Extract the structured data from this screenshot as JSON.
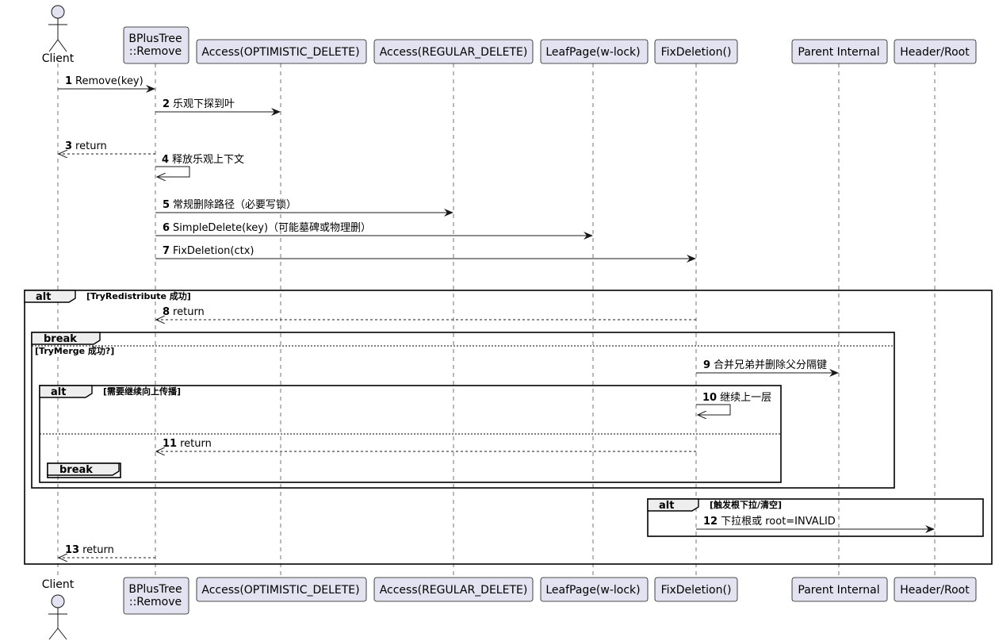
{
  "colors": {
    "participant_fill": "#e2e2f0",
    "participant_border": "#181818",
    "lifeline": "#181818",
    "frame": "#000000"
  },
  "participants": [
    {
      "id": "client",
      "kind": "actor",
      "label": "Client"
    },
    {
      "id": "bplustree",
      "kind": "box",
      "label": "BPlusTree\n::Remove"
    },
    {
      "id": "optimistic",
      "kind": "box",
      "label": "Access(OPTIMISTIC_DELETE)"
    },
    {
      "id": "regular",
      "kind": "box",
      "label": "Access(REGULAR_DELETE)"
    },
    {
      "id": "leaf",
      "kind": "box",
      "label": "LeafPage(w-lock)"
    },
    {
      "id": "fixdel",
      "kind": "box",
      "label": "FixDeletion()"
    },
    {
      "id": "parent",
      "kind": "box",
      "label": "Parent Internal"
    },
    {
      "id": "header",
      "kind": "box",
      "label": "Header/Root"
    }
  ],
  "messages": [
    {
      "num": "1",
      "text": "Remove(key)",
      "from": "client",
      "to": "bplustree",
      "style": "solid"
    },
    {
      "num": "2",
      "text": "乐观下探到叶",
      "from": "bplustree",
      "to": "optimistic",
      "style": "solid"
    },
    {
      "num": "3",
      "text": "return",
      "from": "bplustree",
      "to": "client",
      "style": "dashed"
    },
    {
      "num": "4",
      "text": "释放乐观上下文",
      "from": "bplustree",
      "to": "bplustree",
      "style": "self"
    },
    {
      "num": "5",
      "text": "常规删除路径（必要写锁）",
      "from": "bplustree",
      "to": "regular",
      "style": "solid"
    },
    {
      "num": "6",
      "text": "SimpleDelete(key)（可能墓碑或物理删）",
      "from": "bplustree",
      "to": "leaf",
      "style": "solid"
    },
    {
      "num": "7",
      "text": "FixDeletion(ctx)",
      "from": "bplustree",
      "to": "fixdel",
      "style": "solid"
    },
    {
      "num": "8",
      "text": "return",
      "from": "fixdel",
      "to": "bplustree",
      "style": "dashed"
    },
    {
      "num": "9",
      "text": "合并兄弟并删除父分隔键",
      "from": "fixdel",
      "to": "parent",
      "style": "solid"
    },
    {
      "num": "10",
      "text": "继续上一层",
      "from": "fixdel",
      "to": "fixdel",
      "style": "self"
    },
    {
      "num": "11",
      "text": "return",
      "from": "fixdel",
      "to": "bplustree",
      "style": "dashed"
    },
    {
      "num": "12",
      "text": "下拉根或 root=INVALID",
      "from": "fixdel",
      "to": "header",
      "style": "solid"
    },
    {
      "num": "13",
      "text": "return",
      "from": "bplustree",
      "to": "client",
      "style": "dashed"
    }
  ],
  "fragments": [
    {
      "id": "outer-alt",
      "keyword": "alt",
      "condition": "[TryRedistribute 成功]"
    },
    {
      "id": "break-1",
      "keyword": "break",
      "condition": ""
    },
    {
      "id": "break-1-else",
      "keyword": "",
      "condition": "[TryMerge 成功?]"
    },
    {
      "id": "inner-alt",
      "keyword": "alt",
      "condition": "[需要继续向上传播]"
    },
    {
      "id": "break-2",
      "keyword": "break",
      "condition": ""
    },
    {
      "id": "root-alt",
      "keyword": "alt",
      "condition": "[触发根下拉/清空]"
    }
  ]
}
